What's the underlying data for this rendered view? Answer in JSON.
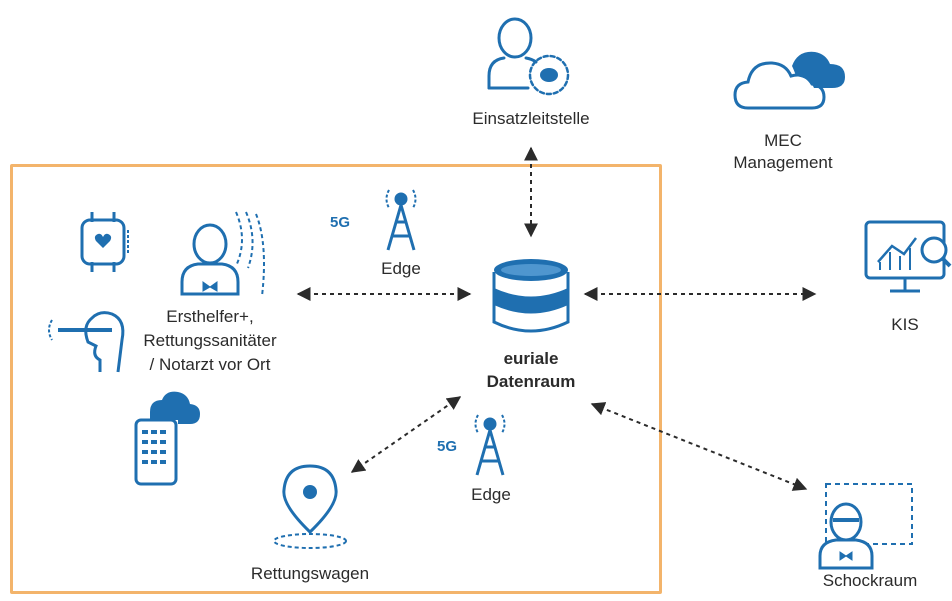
{
  "colors": {
    "frame": "#f3b46b",
    "icon": "#1f6fb0",
    "text": "#2b2b2b"
  },
  "labels": {
    "einsatzleitstelle": "Einsatzleitstelle",
    "mec_line1": "MEC",
    "mec_line2": "Management",
    "kis": "KIS",
    "schockraum": "Schockraum",
    "rettungswagen": "Rettungswagen",
    "edge_top": "Edge",
    "edge_bottom": "Edge",
    "tag_5g_top": "5G",
    "tag_5g_bottom": "5G",
    "datenraum_line1": "euriale",
    "datenraum_line2": "Datenraum",
    "helper_line1": "Ersthelfer+,",
    "helper_line2": "Rettungssanitäter",
    "helper_line3": "/ Notarzt vor Ort"
  },
  "icons": [
    "person-headset-icon",
    "cloud-icon",
    "monitor-chart-icon",
    "person-glasses-icon",
    "location-pin-icon",
    "antenna-tower-icon",
    "database-icon",
    "smartwatch-icon",
    "smart-glasses-head-icon",
    "tablet-cloud-icon",
    "first-responder-icon"
  ]
}
